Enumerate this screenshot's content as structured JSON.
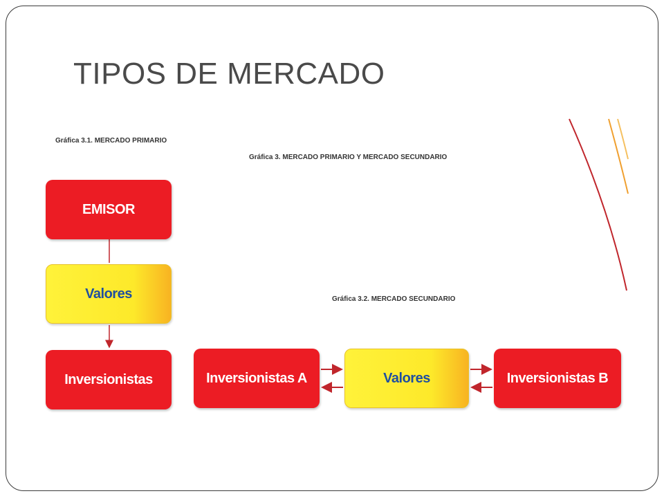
{
  "slide": {
    "title": "TIPOS DE MERCADO"
  },
  "diagram": {
    "caption_primary": "Gráfica 3.1. MERCADO PRIMARIO",
    "caption_main": "Gráfica 3. MERCADO PRIMARIO Y MERCADO SECUNDARIO",
    "caption_secondary": "Gráfica 3.2. MERCADO SECUNDARIO",
    "primary": {
      "emisor": "EMISOR",
      "valores": "Valores",
      "inversionistas": "Inversionistas"
    },
    "secondary": {
      "inversionistas_a": "Inversionistas A",
      "valores": "Valores",
      "inversionistas_b": "Inversionistas B"
    },
    "colors": {
      "red_box": "#ec1c24",
      "yellow_box": "#fde92a",
      "arrow": "#c0262c",
      "accent_curve": "#c0262c",
      "accent_curve_orange": "#f0a030"
    }
  }
}
